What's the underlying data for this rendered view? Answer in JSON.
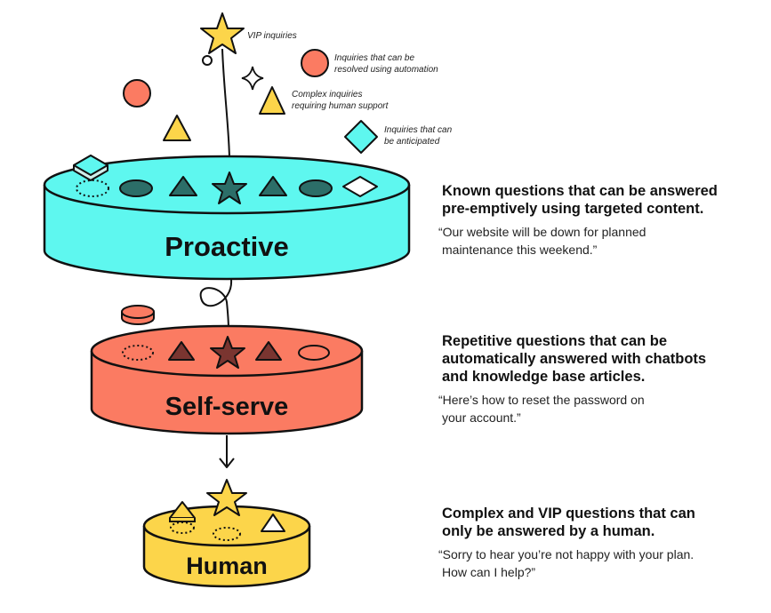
{
  "legend": {
    "vip": "VIP inquiries",
    "automation_1": "Inquiries that can be",
    "automation_2": "resolved using automation",
    "complex_1": "Complex inquiries",
    "complex_2": "requiring human support",
    "anticipated_1": "Inquiries that can",
    "anticipated_2": "be anticipated"
  },
  "tiers": {
    "proactive": {
      "label": "Proactive",
      "color": "#5ef7ef",
      "heading_1": "Known questions that can be answered",
      "heading_2": "pre-emptively using targeted content.",
      "quote_1": "“Our website will be down for planned",
      "quote_2": "maintenance this weekend.”"
    },
    "selfserve": {
      "label": "Self-serve",
      "color": "#fb7b62",
      "heading_1": "Repetitive questions that can be",
      "heading_2": "automatically answered with chatbots",
      "heading_3": "and knowledge base articles.",
      "quote_1": "“Here’s how to reset the password on",
      "quote_2": "your account.”"
    },
    "human": {
      "label": "Human",
      "color": "#fcd54a",
      "heading_1": "Complex and VIP questions that can",
      "heading_2": "only be answered by a human.",
      "quote_1": "“Sorry to hear you’re not happy with your plan.",
      "quote_2": "How can I help?”"
    }
  },
  "colors": {
    "star": "#fcd54a",
    "circle": "#fb7b62",
    "triangle": "#fcd54a",
    "diamond": "#5ef7ef",
    "ink": "#111111",
    "proactive_token": "#2c6e68",
    "selfserve_token": "#7a3530"
  }
}
